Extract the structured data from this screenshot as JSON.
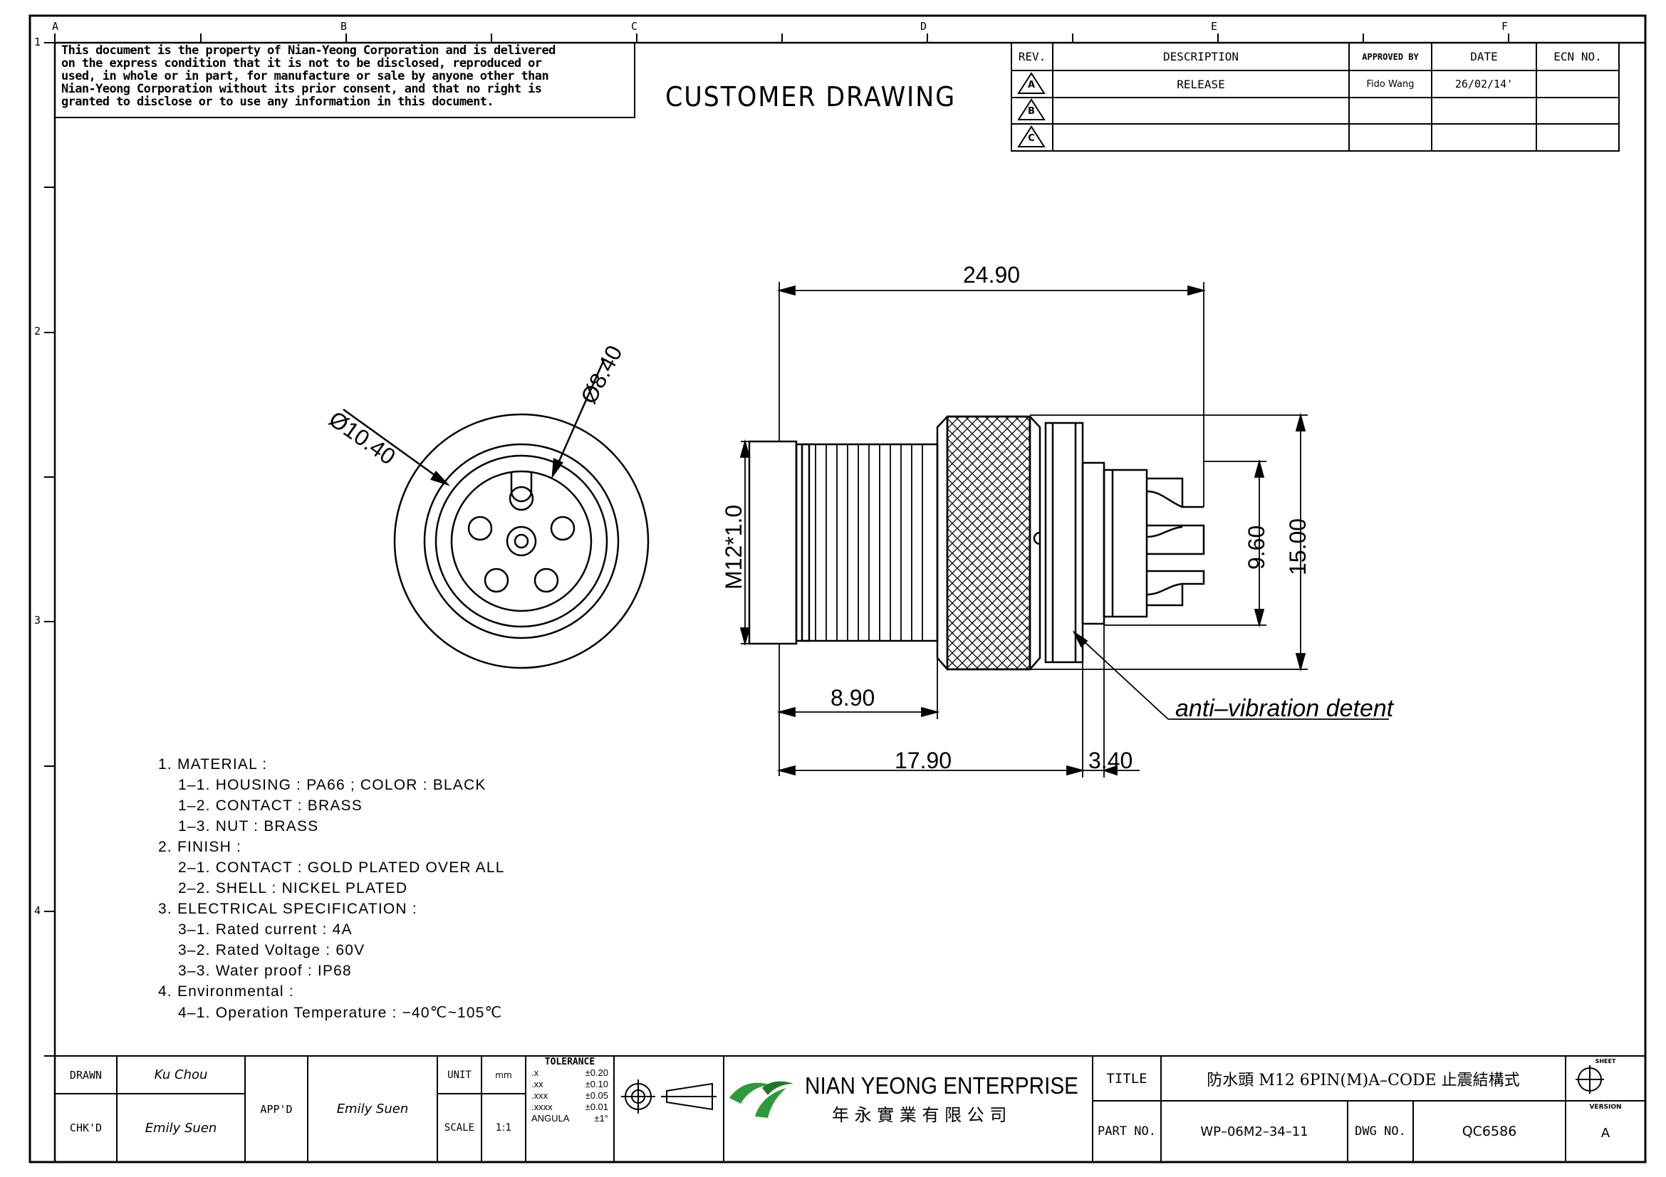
{
  "zone_letters": [
    "A",
    "B",
    "C",
    "D",
    "E",
    "F"
  ],
  "zone_numbers": [
    "1",
    "2",
    "3",
    "4"
  ],
  "notice_lines": [
    "This document is the property of Nian-Yeong Corporation and is delivered",
    "on  the  express condition that it is not to be disclosed, reproduced or",
    "used, in whole or in part, for manufacture or sale by anyone other than",
    "Nian-Yeong Corporation without  its prior consent, and that  no right  is",
    "granted to disclose or to use any information in this  document."
  ],
  "drawing_label": "CUSTOMER  DRAWING",
  "revision_table": {
    "headers": [
      "REV.",
      "DESCRIPTION",
      "APPROVED BY",
      "DATE",
      "ECN NO."
    ],
    "rows": [
      {
        "rev": "A",
        "description": "RELEASE",
        "approved_by": "Fido Wang",
        "date": "26/02/14'",
        "ecn": ""
      },
      {
        "rev": "B",
        "description": "",
        "approved_by": "",
        "date": "",
        "ecn": ""
      },
      {
        "rev": "C",
        "description": "",
        "approved_by": "",
        "date": "",
        "ecn": ""
      }
    ]
  },
  "dimensions": {
    "overall_length": "24.90",
    "outer_diameter": "Ø10.40",
    "inner_diameter": "Ø8.40",
    "thread": "M12*1.0",
    "pin_span": "9.60",
    "height": "15.00",
    "thread_length": "8.90",
    "body_length": "17.90",
    "tail_length": "3.40"
  },
  "callout": "anti–vibration  detent",
  "notes": [
    "1.  MATERIAL  :",
    "   1–1.  HOUSING  :  PA66  ;  COLOR  :  BLACK",
    "   1–2.  CONTACT  :  BRASS",
    "   1–3.  NUT  :  BRASS",
    "2.  FINISH  :",
    "   2–1.  CONTACT  :  GOLD  PLATED  OVER  ALL",
    "   2–2.  SHELL  :  NICKEL  PLATED",
    "3.  ELECTRICAL  SPECIFICATION  :",
    "   3–1.  Rated  current  :  4A",
    "   3–2.  Rated  Voltage  :  60V",
    "   3–3.  Water  proof  :  IP68",
    "4.  Environmental  :",
    "   4–1.  Operation  Temperature  :  −40℃~105℃"
  ],
  "title_block": {
    "drawn_label": "DRAWN",
    "drawn_by": "Ku Chou",
    "checked_label": "CHK'D",
    "checked_by": "Emily Suen",
    "approved_label": "APP'D",
    "approved_by": "Emily Suen",
    "unit_label": "UNIT",
    "unit_value": "mm",
    "scale_label": "SCALE",
    "scale_value": "1:1",
    "tolerance_label": "TOLERANCE",
    "tolerances": [
      {
        "k": ".x",
        "v": "±0.20"
      },
      {
        "k": ".xx",
        "v": "±0.10"
      },
      {
        "k": ".xxx",
        "v": "±0.05"
      },
      {
        "k": ".xxxx",
        "v": "±0.01"
      },
      {
        "k": "ANGULA",
        "v": "±1°"
      }
    ],
    "company_en": "NIAN YEONG ENTERPRISE",
    "company_zh": "年 永 實 業 有 限 公 司",
    "title_label": "TITLE",
    "title_value": "防水頭  M12  6PIN(M)A–CODE  止震結構式",
    "part_label": "PART NO.",
    "part_value": "WP–06M2–34–11",
    "dwg_label": "DWG NO.",
    "dwg_value": "QC6586",
    "sheet_label": "SHEET",
    "version_label": "VERSION",
    "version_value": "A"
  }
}
